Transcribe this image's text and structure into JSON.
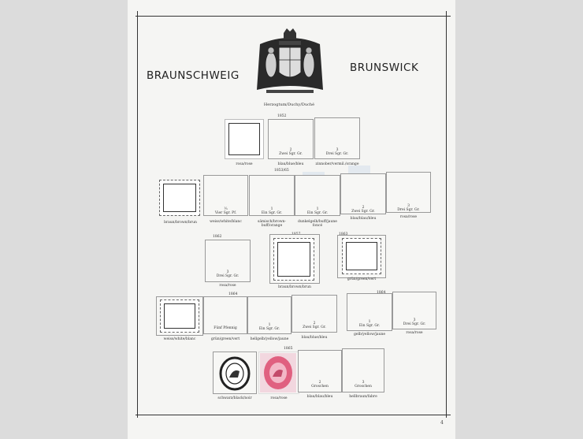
{
  "header": {
    "left_title": "BRAUNSCHWEIG",
    "right_title": "BRUNSWICK",
    "subtitle": "Herzogtum/Duchy/Duché",
    "crest_icon": "coat-of-arms-icon"
  },
  "rows": [
    {
      "year": "1852",
      "boxes": [
        {
          "value": "",
          "color": "rosa/rose"
        },
        {
          "value": "2\nZwei Sgr. Gr.",
          "color": "blau/blue/bleu"
        },
        {
          "value": "3\nDrei Sgr. Gr.",
          "color": "zinnober/vermil./orange"
        }
      ]
    },
    {
      "year": "1853/65",
      "boxes": [
        {
          "value": "",
          "color": "braun/brown/brun"
        },
        {
          "value": "⅓\nVier Sgr. Pf.",
          "color": "weiss/white/blanc"
        },
        {
          "value": "1\nEin Sgr. Gr.",
          "color": "sämisch/brown-buff/orange"
        },
        {
          "value": "1\nEin Sgr. Gr.",
          "color": "dunkelgelb/buff/jaune foncé"
        },
        {
          "value": "2\nZwei Sgr. Gr.",
          "color": "blau/blau/bleu"
        },
        {
          "value": "3\nDrei Sgr. Gr.",
          "color": "rosa/rose"
        }
      ]
    },
    {
      "year_a": "1862",
      "year_b": "1857",
      "year_c": "1863",
      "boxes": [
        {
          "value": "3\nDrei Sgr. Gr.",
          "color": "rosa/rose"
        },
        {
          "value": "",
          "color": "braun/brown/brun"
        },
        {
          "value": "",
          "color": "grün/green/vert"
        }
      ]
    },
    {
      "year": "1864",
      "year_b": "1864",
      "boxes": [
        {
          "value": "",
          "color": "weiss/white/blanc"
        },
        {
          "value": "Fünf Pfennig",
          "color": "grün/green/vert"
        },
        {
          "value": "1\nEin Sgr. Gr.",
          "color": "hellgelb/yellow/jaune"
        },
        {
          "value": "2\nZwei Sgr. Gr.",
          "color": "blau/blue/bleu"
        },
        {
          "value": "1\nEin Sgr. Gr.",
          "color": "gelb/yellow/jaune"
        },
        {
          "value": "3\nDrei Sgr. Gr.",
          "color": "rosa/rose"
        }
      ]
    },
    {
      "year": "1865",
      "boxes": [
        {
          "value": "",
          "color": "schwarz/black/noir"
        },
        {
          "value": "",
          "color": "rosa/rose"
        },
        {
          "value": "2\nGroschen",
          "color": "blau/blau/bleu"
        },
        {
          "value": "3\nGroschen",
          "color": "hellbraun/fabre"
        }
      ]
    }
  ],
  "footer": {
    "page_number": "4"
  },
  "colors": {
    "page": "#f5f5f3",
    "stamp_pink": "#e06080",
    "ink": "#333333"
  }
}
